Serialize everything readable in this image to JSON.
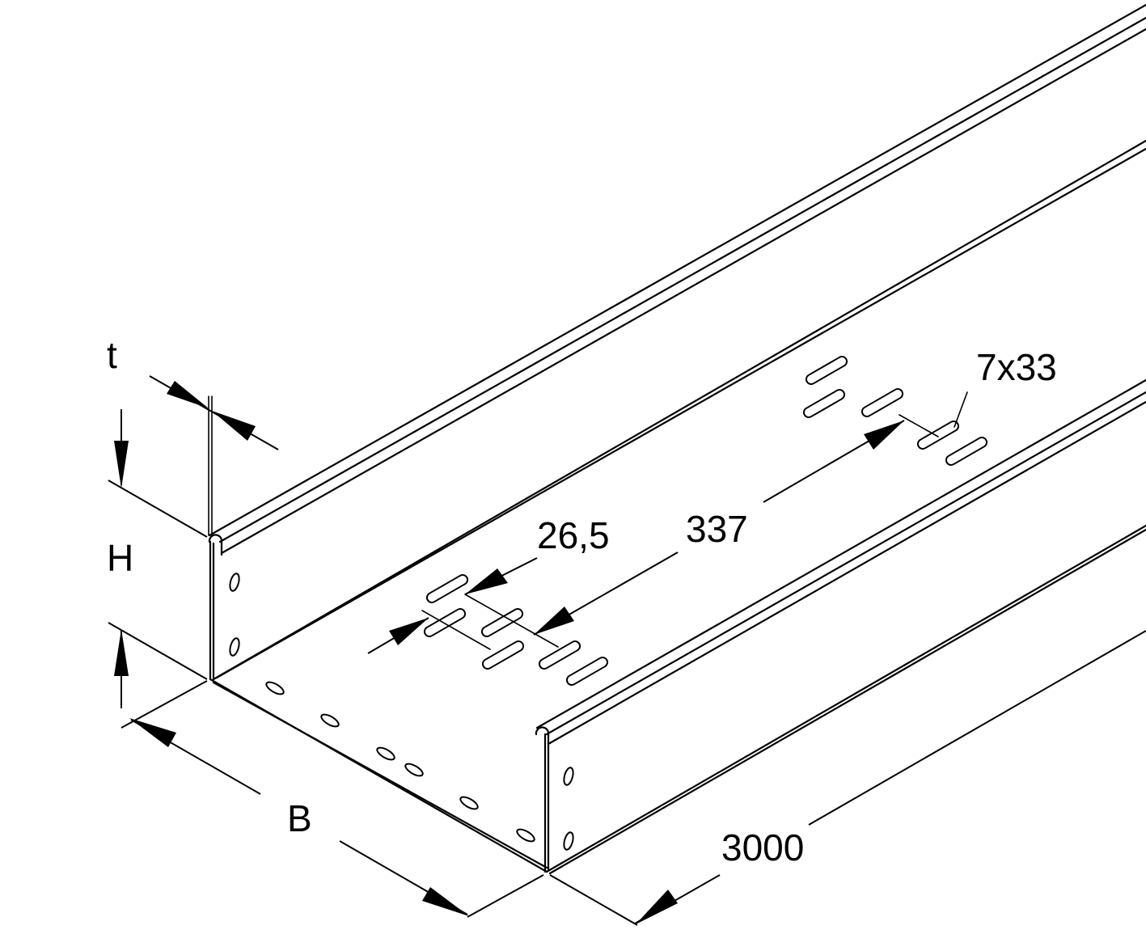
{
  "drawing": {
    "colors": {
      "line": "#000000",
      "background": "#ffffff"
    },
    "dimensions": {
      "thickness": "t",
      "height": "H",
      "width": "B",
      "length": "3000",
      "slot_pitch_small": "26,5",
      "slot_pitch_large": "337",
      "slot_size": "7x33"
    }
  }
}
